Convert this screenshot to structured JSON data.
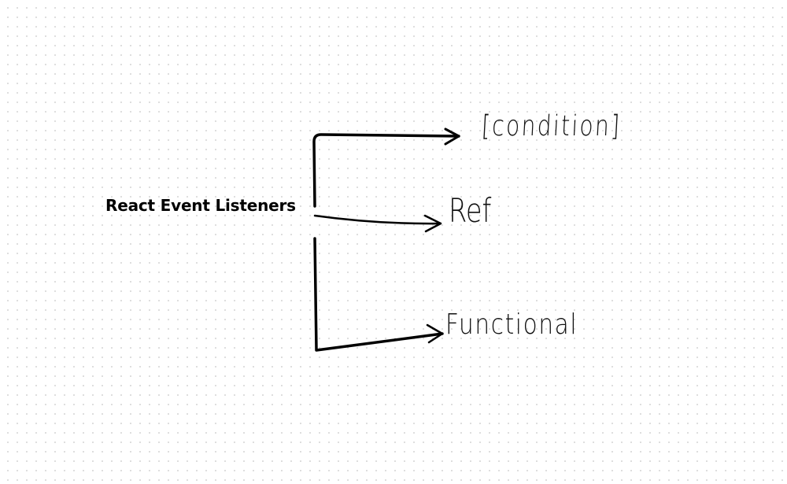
{
  "diagram": {
    "root": {
      "label": "React Event Listeners"
    },
    "branches": [
      {
        "label": "[condition]"
      },
      {
        "label": "Ref"
      },
      {
        "label": "Functional"
      }
    ]
  }
}
